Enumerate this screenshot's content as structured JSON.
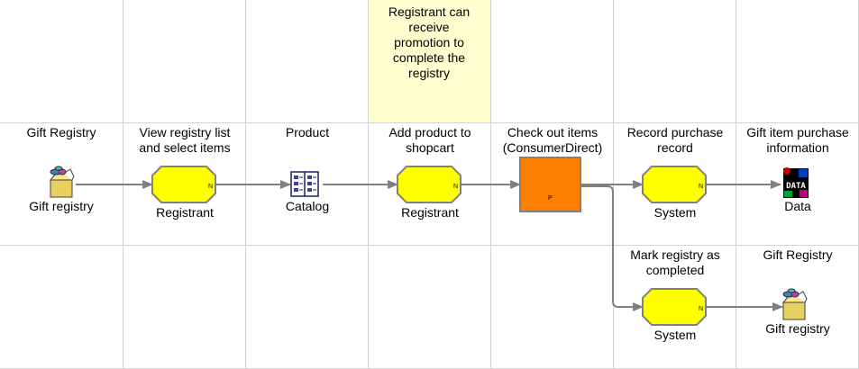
{
  "colors": {
    "grid": "#d4d4d4",
    "note_bg": "#ffffd0",
    "step_fill": "#ffff00",
    "step_stroke": "#808080",
    "subprocess_fill": "#ff8000",
    "connector": "#808080"
  },
  "note": {
    "text": "Registrant can\nreceive\npromotion to\ncomplete the\nregistry"
  },
  "row1": {
    "gift_registry_title": "Gift Registry",
    "gift_registry_label": "Gift registry",
    "view_title": "View registry list\nand select items",
    "view_actor": "Registrant",
    "view_marker": "N",
    "product_title": "Product",
    "catalog_label": "Catalog",
    "add_title": "Add product to\nshopcart",
    "add_actor": "Registrant",
    "add_marker": "N",
    "checkout_title": "Check out items\n(ConsumerDirect)",
    "checkout_marker": "P",
    "record_title": "Record purchase\nrecord",
    "record_actor": "System",
    "record_marker": "N",
    "info_title": "Gift item purchase\ninformation",
    "data_label": "Data",
    "data_icon_text": "DATA"
  },
  "row2": {
    "mark_title": "Mark registry as\ncompleted",
    "mark_actor": "System",
    "mark_marker": "N",
    "gift_registry_title": "Gift Registry",
    "gift_registry_label": "Gift registry"
  }
}
